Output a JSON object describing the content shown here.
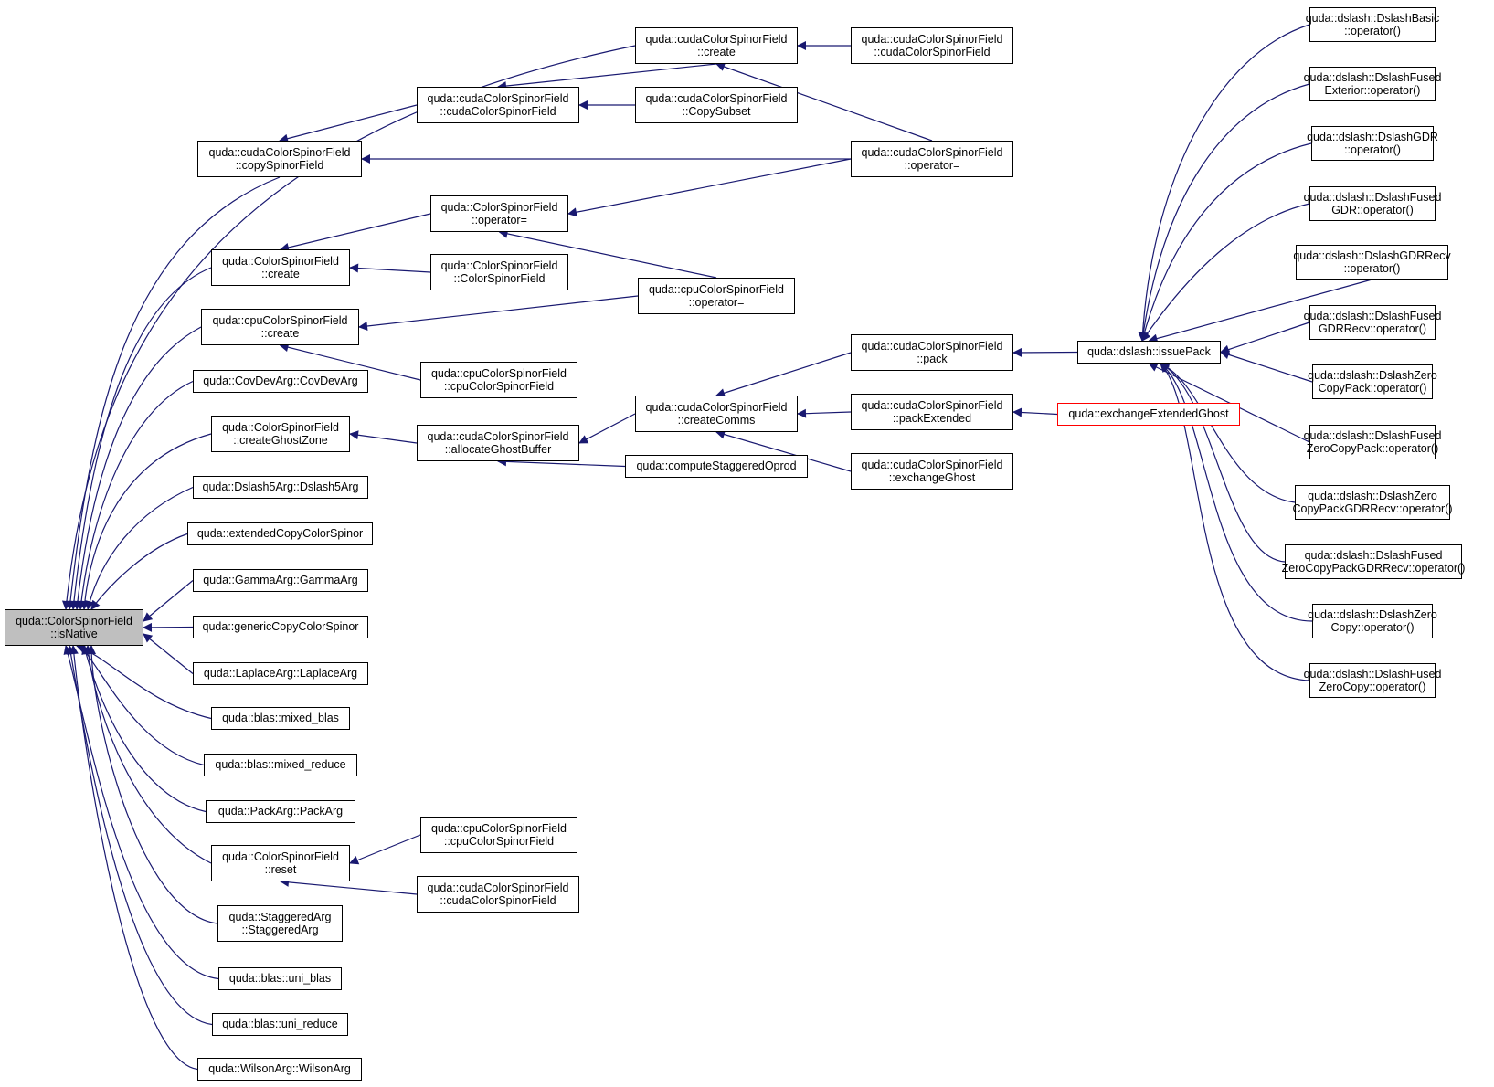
{
  "graph": {
    "edge_color": "#191970",
    "root_fill": "#bfbfbf",
    "highlight_border": "#ff0000",
    "nodes": {
      "root": [
        "quda::ColorSpinorField",
        "::isNative"
      ],
      "cs_create_top": [
        "quda::cudaColorSpinorField",
        "::create"
      ],
      "cs_ctor_top_right": [
        "quda::cudaColorSpinorField",
        "::cudaColorSpinorField"
      ],
      "cs_ctor_a": [
        "quda::cudaColorSpinorField",
        "::cudaColorSpinorField"
      ],
      "cs_copysubset": [
        "quda::cudaColorSpinorField",
        "::CopySubset"
      ],
      "cs_copyspinor": [
        "quda::cudaColorSpinorField",
        "::copySpinorField"
      ],
      "cs_opeq_right": [
        "quda::cudaColorSpinorField",
        "::operator="
      ],
      "csf_opeq": [
        "quda::ColorSpinorField",
        "::operator="
      ],
      "csf_create": [
        "quda::ColorSpinorField",
        "::create"
      ],
      "csf_ctor": [
        "quda::ColorSpinorField",
        "::ColorSpinorField"
      ],
      "cpu_opeq": [
        "quda::cpuColorSpinorField",
        "::operator="
      ],
      "cpu_create": [
        "quda::cpuColorSpinorField",
        "::create"
      ],
      "cpu_ctor_a": [
        "quda::cpuColorSpinorField",
        "::cpuColorSpinorField"
      ],
      "covdev": [
        "quda::CovDevArg::CovDevArg"
      ],
      "csf_ghost": [
        "quda::ColorSpinorField",
        "::createGhostZone"
      ],
      "cs_alloc": [
        "quda::cudaColorSpinorField",
        "::allocateGhostBuffer"
      ],
      "cs_comms": [
        "quda::cudaColorSpinorField",
        "::createComms"
      ],
      "stag_oprod": [
        "quda::computeStaggeredOprod"
      ],
      "dslash5": [
        "quda::Dslash5Arg::Dslash5Arg"
      ],
      "extcopy": [
        "quda::extendedCopyColorSpinor"
      ],
      "gamma": [
        "quda::GammaArg::GammaArg"
      ],
      "gencopy": [
        "quda::genericCopyColorSpinor"
      ],
      "laplace": [
        "quda::LaplaceArg::LaplaceArg"
      ],
      "mixed_blas": [
        "quda::blas::mixed_blas"
      ],
      "mixed_reduce": [
        "quda::blas::mixed_reduce"
      ],
      "packarg": [
        "quda::PackArg::PackArg"
      ],
      "csf_reset": [
        "quda::ColorSpinorField",
        "::reset"
      ],
      "cpu_ctor_b": [
        "quda::cpuColorSpinorField",
        "::cpuColorSpinorField"
      ],
      "cs_ctor_b": [
        "quda::cudaColorSpinorField",
        "::cudaColorSpinorField"
      ],
      "staggered": [
        "quda::StaggeredArg",
        "::StaggeredArg"
      ],
      "uni_blas": [
        "quda::blas::uni_blas"
      ],
      "uni_reduce": [
        "quda::blas::uni_reduce"
      ],
      "wilson": [
        "quda::WilsonArg::WilsonArg"
      ],
      "cs_pack": [
        "quda::cudaColorSpinorField",
        "::pack"
      ],
      "cs_packext": [
        "quda::cudaColorSpinorField",
        "::packExtended"
      ],
      "cs_exghost": [
        "quda::cudaColorSpinorField",
        "::exchangeGhost"
      ],
      "issuepack": [
        "quda::dslash::issuePack"
      ],
      "exext": [
        "quda::exchangeExtendedGhost"
      ],
      "d_basic": [
        "quda::dslash::DslashBasic",
        "::operator()"
      ],
      "d_fused_ext": [
        "quda::dslash::DslashFused",
        "Exterior::operator()"
      ],
      "d_gdr": [
        "quda::dslash::DslashGDR",
        "::operator()"
      ],
      "d_fused_gdr": [
        "quda::dslash::DslashFused",
        "GDR::operator()"
      ],
      "d_gdrrecv": [
        "quda::dslash::DslashGDRRecv",
        "::operator()"
      ],
      "d_fused_gdrrecv": [
        "quda::dslash::DslashFused",
        "GDRRecv::operator()"
      ],
      "d_zcp": [
        "quda::dslash::DslashZero",
        "CopyPack::operator()"
      ],
      "d_fused_zcp": [
        "quda::dslash::DslashFused",
        "ZeroCopyPack::operator()"
      ],
      "d_zcp_gdr": [
        "quda::dslash::DslashZero",
        "CopyPackGDRRecv::operator()"
      ],
      "d_fused_zcp_gdr": [
        "quda::dslash::DslashFused",
        "ZeroCopyPackGDRRecv::operator()"
      ],
      "d_zc": [
        "quda::dslash::DslashZero",
        "Copy::operator()"
      ],
      "d_fused_zc": [
        "quda::dslash::DslashFused",
        "ZeroCopy::operator()"
      ]
    }
  }
}
